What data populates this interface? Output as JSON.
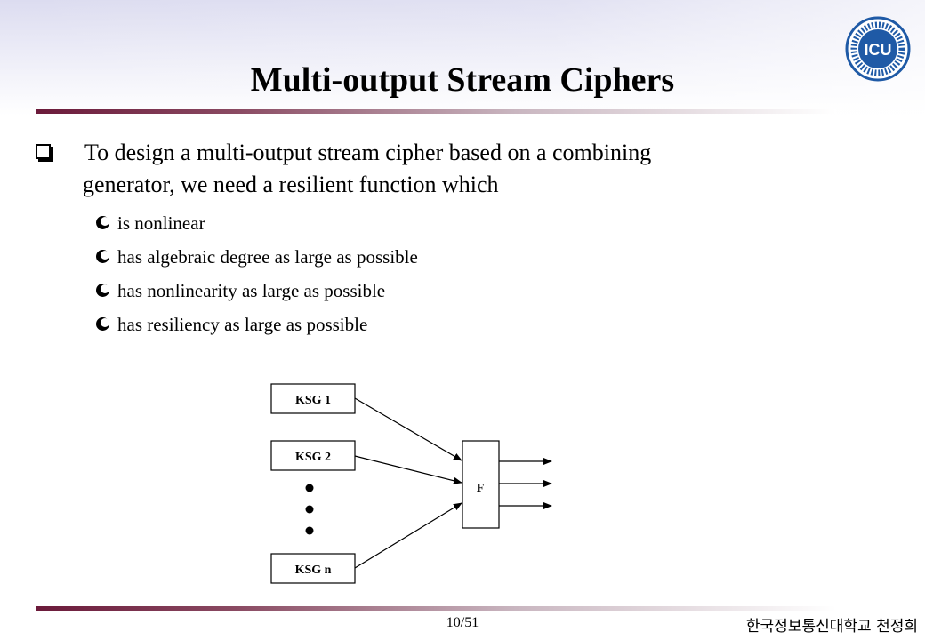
{
  "slide": {
    "title": "Multi-output Stream Ciphers",
    "logo_text": "ICU",
    "main_bullet_line1": "To design a multi-output stream cipher based on a combining",
    "main_bullet_line2": "generator, we need a resilient function which",
    "sub_bullets": [
      "is nonlinear",
      "has algebraic degree as large as possible",
      "has nonlinearity as large as possible",
      "has resiliency as large as possible"
    ]
  },
  "diagram": {
    "ksg_labels": [
      "KSG 1",
      "KSG 2",
      "KSG n"
    ],
    "function_label": "F"
  },
  "footer": {
    "page": "10/51",
    "credit": "한국정보통신대학교 천정희"
  },
  "colors": {
    "rule": "#6b1a3a",
    "header_tint": "#dcdcf0",
    "logo_blue": "#1f5aa6"
  }
}
